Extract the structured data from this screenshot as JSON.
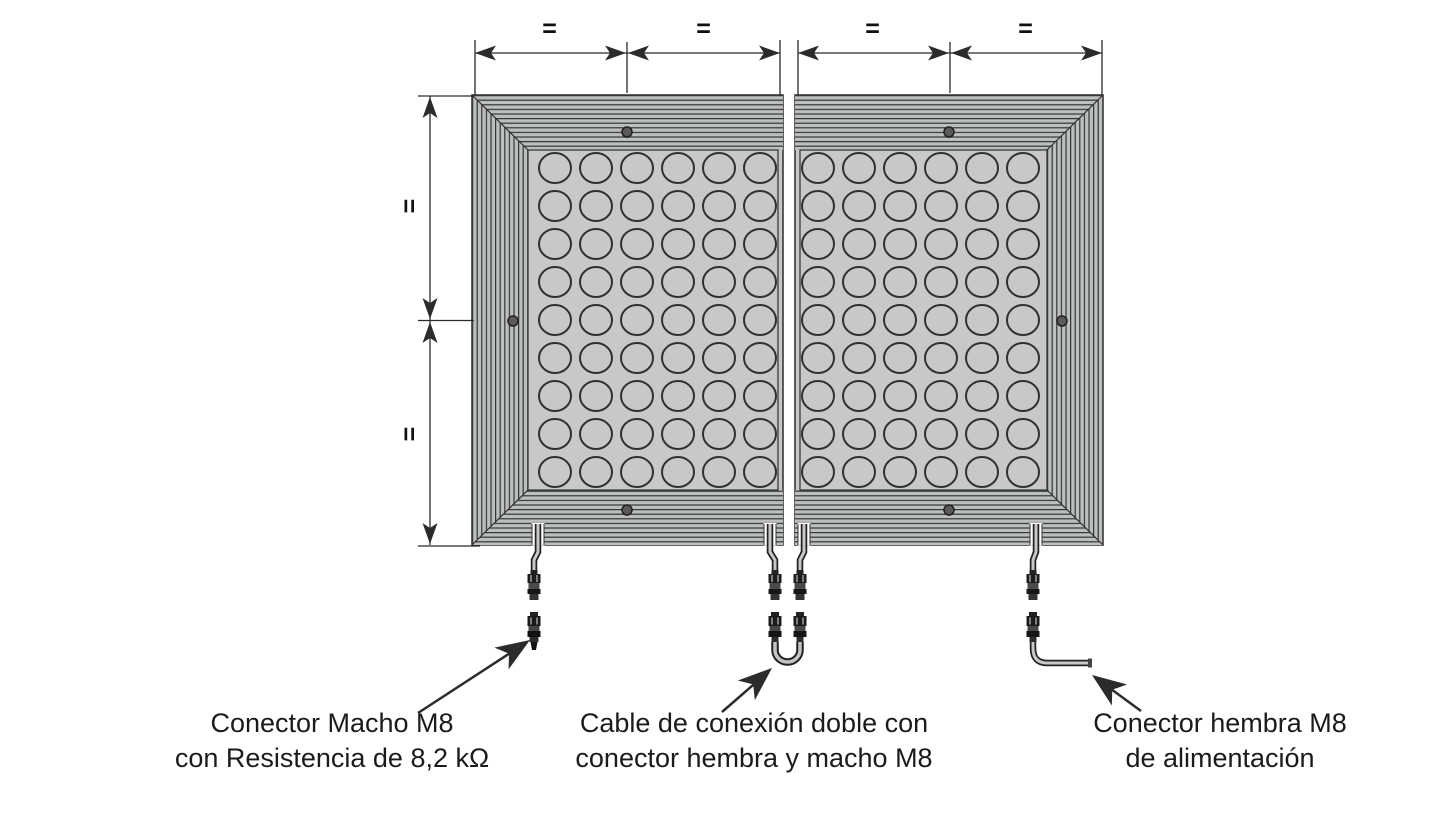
{
  "page": {
    "background": "#ffffff"
  },
  "diagram": {
    "subject": "safety-contact-mats-connection-diagram",
    "panels": [
      {
        "name": "left-mat",
        "bump_rows": 9,
        "bump_columns": 6,
        "screw_count": 3
      },
      {
        "name": "right-mat",
        "bump_rows": 9,
        "bump_columns": 6,
        "screw_count": 3
      }
    ],
    "colors": {
      "mat_fill": "#c5c7c8",
      "ridge_line": "#343434",
      "outline": "#2b2b2b",
      "screw_fill": "#5a5a5a",
      "text": "#1b1b1b"
    }
  },
  "dimensions": {
    "equal_label": "=",
    "top_segment_count": 4,
    "side_segment_count": 2
  },
  "callouts": [
    {
      "line1": "Conector Macho M8",
      "line2": "con Resistencia de 8,2 kΩ"
    },
    {
      "line1": "Cable de conexión doble con",
      "line2": "conector hembra y macho M8"
    },
    {
      "line1": "Conector hembra M8",
      "line2": "de alimentación"
    }
  ]
}
